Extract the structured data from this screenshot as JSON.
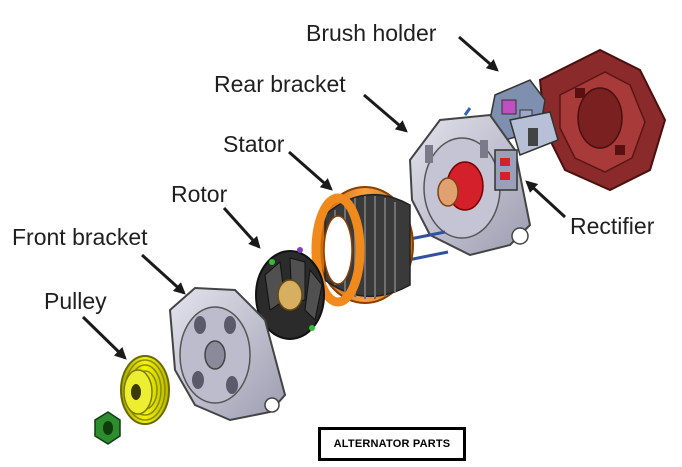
{
  "labels": {
    "brush_holder": "Brush holder",
    "rear_bracket": "Rear bracket",
    "stator": "Stator",
    "rotor": "Rotor",
    "front_bracket": "Front bracket",
    "pulley": "Pulley",
    "rectifier": "Rectifier"
  },
  "caption": "ALTERNATOR PARTS",
  "colors": {
    "pulley": "#e6e600",
    "nut": "#2e8b2e",
    "stator_ring": "#f08a1c",
    "stator_core": "#4a4a4a",
    "bracket": "#c9c9d6",
    "rear_cover": "#8b2a2a",
    "rectifier_red": "#d4202a",
    "arrow": "#1a1a1a"
  },
  "icons": [
    "arrow-icon"
  ]
}
